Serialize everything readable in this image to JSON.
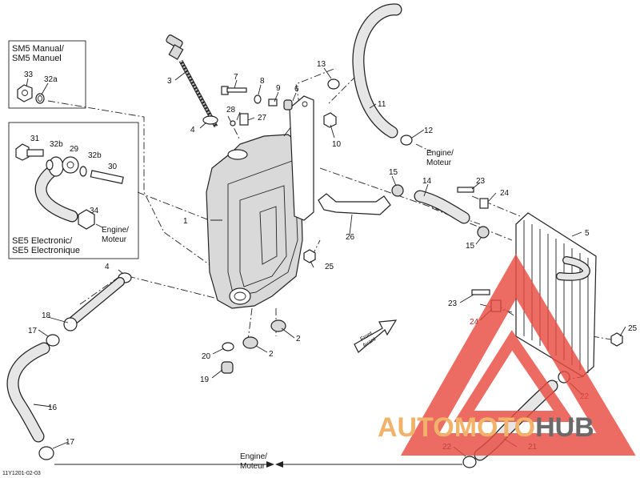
{
  "boxes": {
    "sm5_line1": "SM5 Manual/",
    "sm5_line2": "SM5 Manuel",
    "se5_line1": "SE5 Electronic/",
    "se5_line2": "SE5 Electronique"
  },
  "callouts": {
    "engine_1a": "Engine/",
    "engine_1b": "Moteur",
    "engine_2a": "Engine/",
    "engine_2b": "Moteur",
    "engine_3a": "Engine/",
    "engine_3b": "Moteur"
  },
  "front_arrow": {
    "line1": "Front",
    "line2": "Avant"
  },
  "part_labels": {
    "p1": "1",
    "p2a": "2",
    "p2b": "2",
    "p3": "3",
    "p4a": "4",
    "p4b": "4",
    "p5": "5",
    "p6": "6",
    "p7": "7",
    "p8": "8",
    "p9": "9",
    "p10": "10",
    "p11": "11",
    "p12": "12",
    "p13": "13",
    "p14": "14",
    "p15a": "15",
    "p15b": "15",
    "p16": "16",
    "p17a": "17",
    "p17b": "17",
    "p18": "18",
    "p19": "19",
    "p20": "20",
    "p21": "21",
    "p22a": "22",
    "p22b": "22",
    "p23a": "23",
    "p23b": "23",
    "p24a": "24",
    "p24b": "24",
    "p25a": "25",
    "p25b": "25",
    "p26": "26",
    "p27": "27",
    "p28": "28",
    "p29": "29",
    "p30": "30",
    "p31": "31",
    "p32a": "32a",
    "p32b1": "32b",
    "p32b2": "32b",
    "p33": "33",
    "p34": "34"
  },
  "diagram_code": "11Y1201-02-03",
  "watermark": {
    "part1": "AUTOMOTO",
    "part2": "HUB"
  },
  "colors": {
    "watermark_red": "#e84a3f",
    "watermark_orange": "#f1b36a",
    "watermark_gray": "#6a6a6a",
    "label_red": "#b02020"
  }
}
